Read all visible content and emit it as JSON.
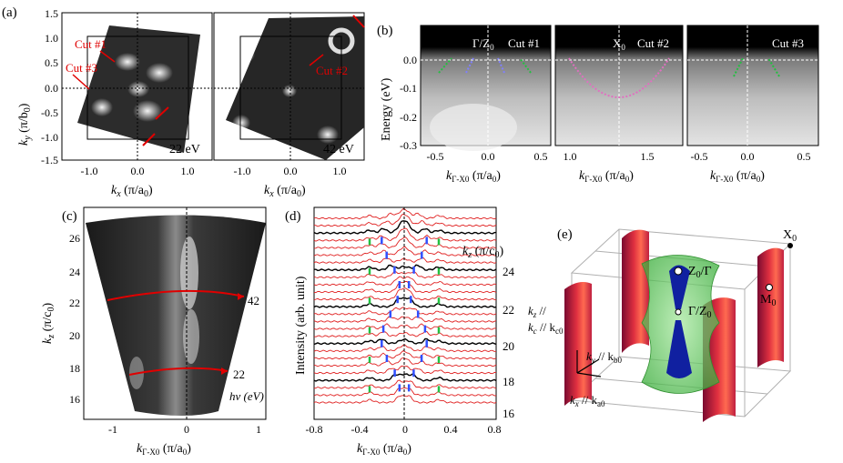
{
  "panel_labels": {
    "a": "(a)",
    "b": "(b)",
    "c": "(c)",
    "d": "(d)",
    "e": "(e)"
  },
  "colors": {
    "cut": "#e00000",
    "green": "#22c040",
    "blue": "#3050ff",
    "pink": "#e070c0",
    "fs_red": "#d02040",
    "fs_green": "#40c040",
    "fs_blue": "#1020a0",
    "trace_red": "#e02020",
    "trace_black": "#000000"
  },
  "a": {
    "ylabel_main": "k",
    "ylabel_sub": "y",
    "ylabel_unit": " (π/b",
    "ylabel_unit_sub": "0",
    "ylabel_close": ")",
    "xlabel_main": "k",
    "xlabel_sub": "x",
    "xlabel_unit": " (π/a",
    "xlabel_unit_sub": "0",
    "xlabel_close": ")",
    "yticks": [
      "1.5",
      "1.0",
      "0.5",
      "0.0",
      "-0.5",
      "-1.0",
      "-1.5"
    ],
    "xticks": [
      "-1.0",
      "0.0",
      "1.0"
    ],
    "left_energy": "22 eV",
    "right_energy": "42 eV",
    "cut1": "Cut #1",
    "cut2": "Cut #2",
    "cut3": "Cut #3"
  },
  "b": {
    "ylabel": "Energy (eV)",
    "yticks": [
      "0.0",
      "-0.1",
      "-0.2",
      "-0.3"
    ],
    "xlabel_main": "k",
    "xlabel_sub": "Γ-X0",
    "xlabel_unit": " (π/a",
    "xlabel_unit_sub": "0",
    "xlabel_close": ")",
    "p1_ticks": [
      "-0.5",
      "0.0",
      "0.5"
    ],
    "p2_ticks": [
      "1.0",
      "1.5"
    ],
    "p3_ticks": [
      "-0.5",
      "0.0",
      "0.5"
    ],
    "p1_point": "Γ/Z",
    "p1_point_sub": "0",
    "p2_point": "X",
    "p2_point_sub": "0",
    "cut1": "Cut #1",
    "cut2": "Cut #2",
    "cut3": "Cut #3"
  },
  "c": {
    "ylabel_main": "k",
    "ylabel_sub": "z",
    "ylabel_unit": " (π/c",
    "ylabel_unit_sub": "0",
    "ylabel_close": ")",
    "yticks": [
      "26",
      "24",
      "22",
      "20",
      "18",
      "16"
    ],
    "xticks": [
      "-1",
      "0",
      "1"
    ],
    "xlabel_main": "k",
    "xlabel_sub": "Γ-X0",
    "xlabel_unit": " (π/a",
    "xlabel_unit_sub": "0",
    "xlabel_close": ")",
    "energy_hi": "42",
    "energy_lo": "22",
    "hv": "hν (eV)"
  },
  "d": {
    "ylabel": "Intensity (arb. unit)",
    "xticks": [
      "-0.8",
      "-0.4",
      "0",
      "0.4",
      "0.8"
    ],
    "xlabel_main": "k",
    "xlabel_sub": "Γ-X0",
    "xlabel_unit": " (π/a",
    "xlabel_unit_sub": "0",
    "xlabel_close": ")",
    "kz_main": "k",
    "kz_sub": "z",
    "kz_unit": " (π/c",
    "kz_unit_sub": "0",
    "kz_close": ")",
    "kz_labels": [
      "24",
      "22",
      "20",
      "18",
      "16"
    ]
  },
  "e": {
    "X0": "X",
    "X0_sub": "0",
    "ZG": "Z",
    "ZG_sub": "0",
    "ZG_tail": "/Γ",
    "GZ": "Γ/Z",
    "GZ_sub": "0",
    "M0": "M",
    "M0_sub": "0",
    "axis_z": "k",
    "axis_z_sub": "z",
    "axis_z_tail": " //",
    "axis_c": "k",
    "axis_c_sub": "c",
    "axis_c_tail": " // k",
    "axis_c0_sub": "c0",
    "axis_y": "k",
    "axis_y_sub": "y",
    "axis_y_tail": " // k",
    "axis_b0_sub": "b0",
    "axis_x": "k",
    "axis_x_sub": "x",
    "axis_x_tail": " // k",
    "axis_a0_sub": "a0"
  }
}
